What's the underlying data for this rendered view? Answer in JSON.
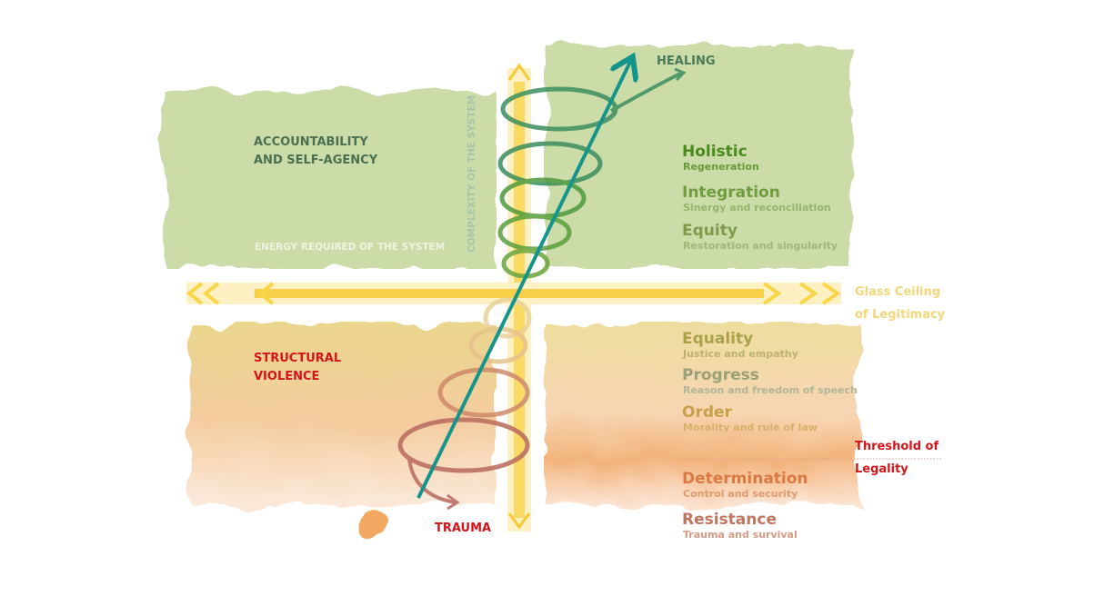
{
  "labels": {
    "healing": "HEALING",
    "trauma": "TRAUMA",
    "accountability": [
      "ACCOUNTABILITY",
      "AND SELF-AGENCY"
    ],
    "structural_violence": [
      "STRUCTURAL",
      "VIOLENCE"
    ],
    "energy_axis": "ENERGY REQUIRED OF THE SYSTEM",
    "complexity_axis": "COMPLEXITY OF THE SYSTEM",
    "glass_ceiling": [
      "Glass Ceiling",
      "of Legitimacy"
    ],
    "threshold": [
      "Threshold of",
      "Legality"
    ]
  },
  "levels": [
    {
      "title": "Holistic",
      "subtitle": "Regeneration",
      "color": "#4a8a1e",
      "subcolor": "#6a9a3a"
    },
    {
      "title": "Integration",
      "subtitle": "Sinergy and reconciliation",
      "color": "#6f9c3f",
      "subcolor": "#94b56a"
    },
    {
      "title": "Equity",
      "subtitle": "Restoration and singularity",
      "color": "#7f9a4a",
      "subcolor": "#a3b57a"
    },
    {
      "title": "Equality",
      "subtitle": "Justice and empathy",
      "color": "#a9a24a",
      "subcolor": "#b9b36e"
    },
    {
      "title": "Progress",
      "subtitle": "Reason and freedom of speech",
      "color": "#9aa07a",
      "subcolor": "#b3b59a"
    },
    {
      "title": "Order",
      "subtitle": "Morality and rule of law",
      "color": "#c8a04a",
      "subcolor": "#d6b06a"
    },
    {
      "title": "Determination",
      "subtitle": "Control and security",
      "color": "#d97a45",
      "subcolor": "#e09a70"
    },
    {
      "title": "Resistance",
      "subtitle": "Trauma and survival",
      "color": "#c07560",
      "subcolor": "#d49a85"
    }
  ],
  "colors": {
    "teal": "#14948a",
    "red": "#d2151b",
    "yellow": "#f7c933",
    "green_wash": "#bcd28f",
    "orange_wash": "#f0a860"
  }
}
